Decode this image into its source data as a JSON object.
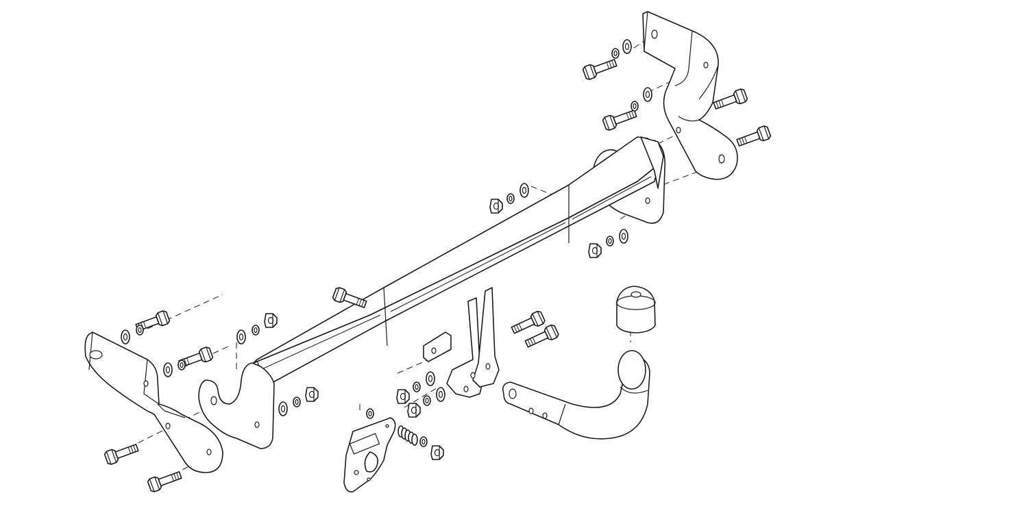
{
  "diagram": {
    "kind": "exploded-assembly-drawing",
    "line_color": "#1a1a1a",
    "background": "#ffffff",
    "components": [
      {
        "name": "crossbar-beam"
      },
      {
        "name": "left-outer-bracket"
      },
      {
        "name": "left-inner-bracket"
      },
      {
        "name": "right-side-bracket"
      },
      {
        "name": "right-inner-flange"
      },
      {
        "name": "tow-ball-arm"
      },
      {
        "name": "tow-ball-cap"
      },
      {
        "name": "socket-plate"
      },
      {
        "name": "center-mount-plates"
      }
    ]
  }
}
